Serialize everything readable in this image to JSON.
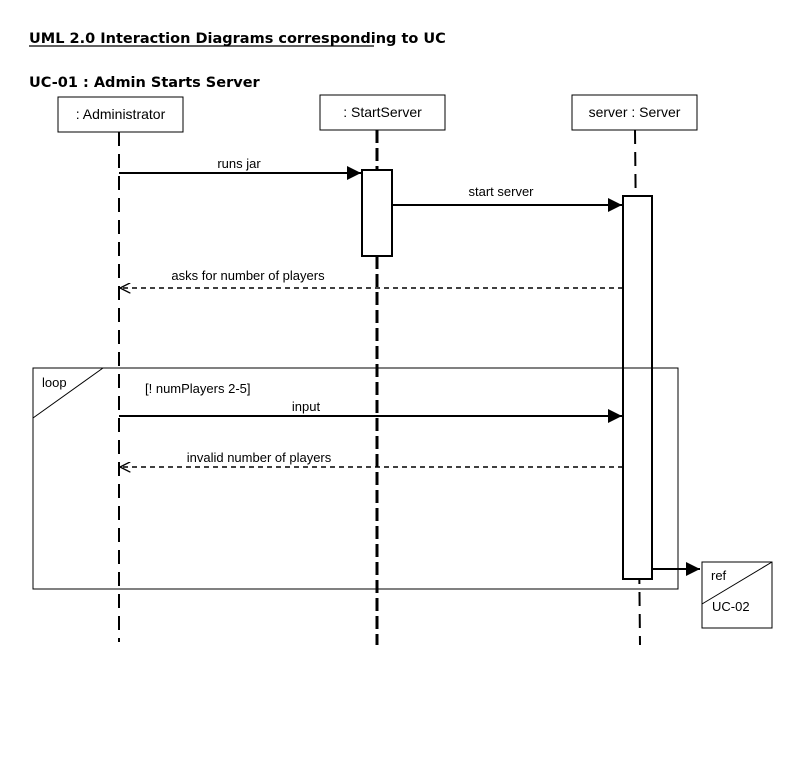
{
  "document": {
    "title": "UML 2.0 Interaction Diagrams corresponding to UC",
    "subtitle": "UC-01 : Admin Starts Server"
  },
  "lifelines": [
    {
      "id": "admin",
      "label": ": Administrator"
    },
    {
      "id": "startserver",
      "label": ": StartServer"
    },
    {
      "id": "server",
      "label": "server : Server"
    }
  ],
  "messages": [
    {
      "id": "runs_jar",
      "from": "admin",
      "to": "startserver",
      "kind": "sync",
      "label": "runs jar"
    },
    {
      "id": "start_server",
      "from": "startserver",
      "to": "server",
      "kind": "sync",
      "label": "start server"
    },
    {
      "id": "asks_players",
      "from": "server",
      "to": "admin",
      "kind": "reply",
      "label": "asks for number of players"
    },
    {
      "id": "input",
      "from": "admin",
      "to": "server",
      "kind": "sync",
      "label": "input"
    },
    {
      "id": "invalid_players",
      "from": "server",
      "to": "admin",
      "kind": "reply",
      "label": "invalid number of players"
    }
  ],
  "fragments": [
    {
      "id": "loop",
      "operator": "loop",
      "guard": "[! numPlayers 2-5]"
    }
  ],
  "references": [
    {
      "id": "ref_uc02",
      "operator": "ref",
      "label": "UC-02"
    }
  ],
  "colors": {
    "line": "#000000",
    "background": "#ffffff"
  }
}
